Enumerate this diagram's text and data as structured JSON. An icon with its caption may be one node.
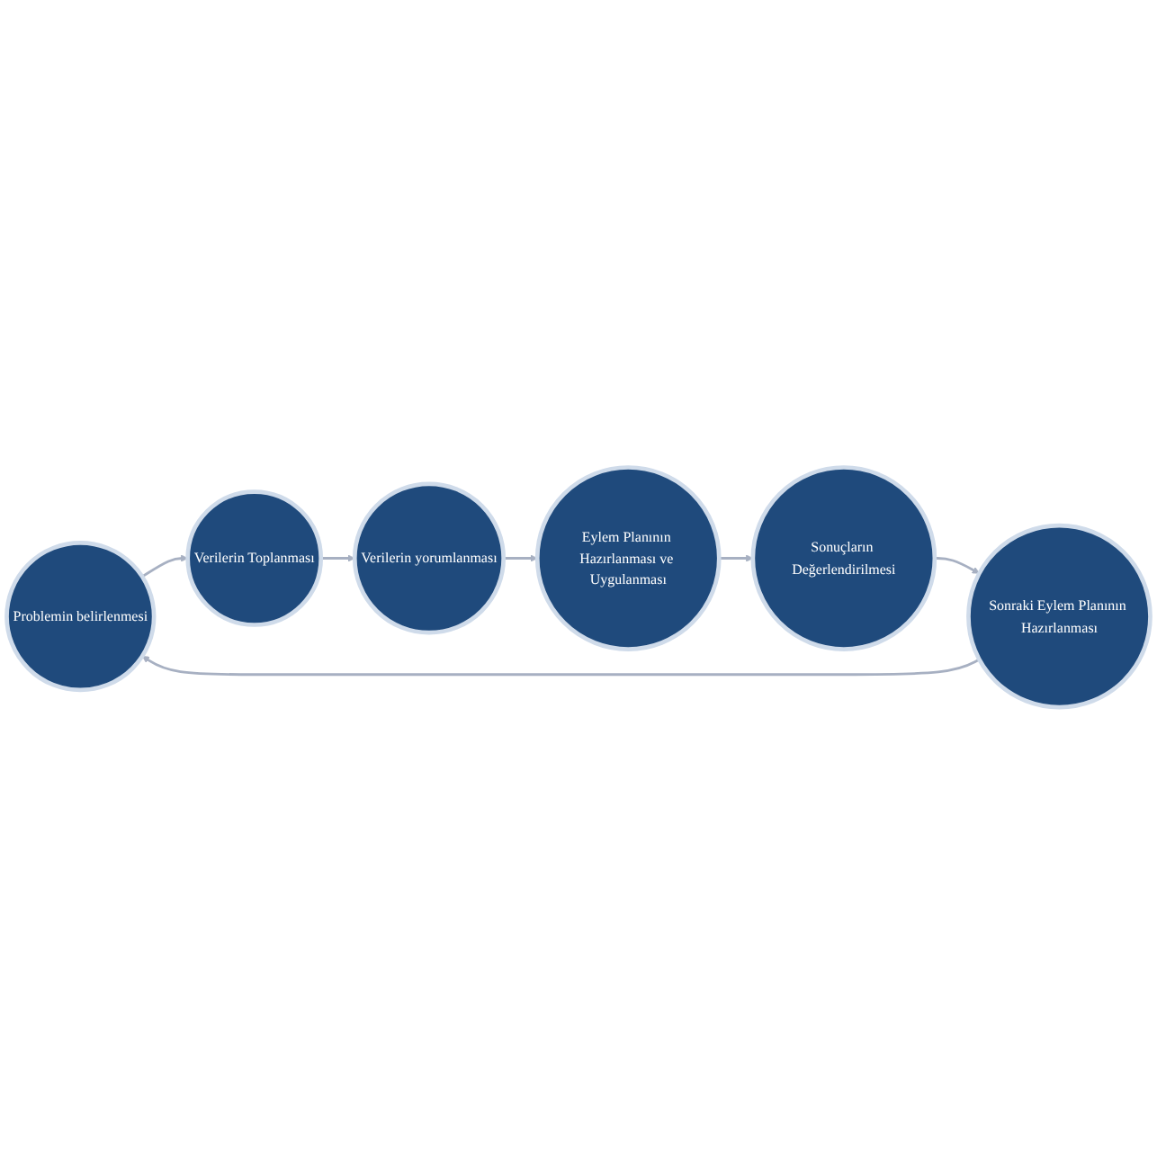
{
  "diagram": {
    "nodes": [
      {
        "text": [
          "Problemin belirlenmesi"
        ]
      },
      {
        "text": [
          "Sonraki Eylem Planının Hazırlanması"
        ]
      },
      {
        "text": [
          "Verilerin Toplanması"
        ]
      },
      {
        "text": [
          "Verilerin yorumlanması"
        ]
      },
      {
        "text": [
          "Sonuçların Değerlendirilmesi"
        ]
      },
      {
        "text": [
          "Eylem Planının Hazırlanması ve Uygulanması"
        ]
      }
    ],
    "edges": [
      {
        "from": 0,
        "to": 2,
        "arrow": "to"
      },
      {
        "from": 2,
        "to": 3,
        "arrow": "to"
      },
      {
        "from": 3,
        "to": 5,
        "arrow": "to"
      },
      {
        "from": 5,
        "to": 4,
        "arrow": "to"
      },
      {
        "from": 4,
        "to": 1,
        "arrow": "to"
      },
      {
        "from": 1,
        "to": 0,
        "arrow": "to"
      }
    ]
  }
}
